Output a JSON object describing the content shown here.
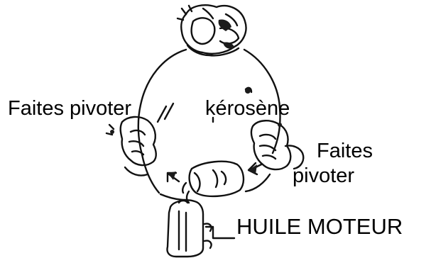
{
  "labels": {
    "rotate_left": "Faites pivoter",
    "kerosene": "kérosène",
    "rotate_right_line1": "Faites",
    "rotate_right_line2": "pivoter",
    "engine_oil": "HUILE MOTEUR"
  }
}
